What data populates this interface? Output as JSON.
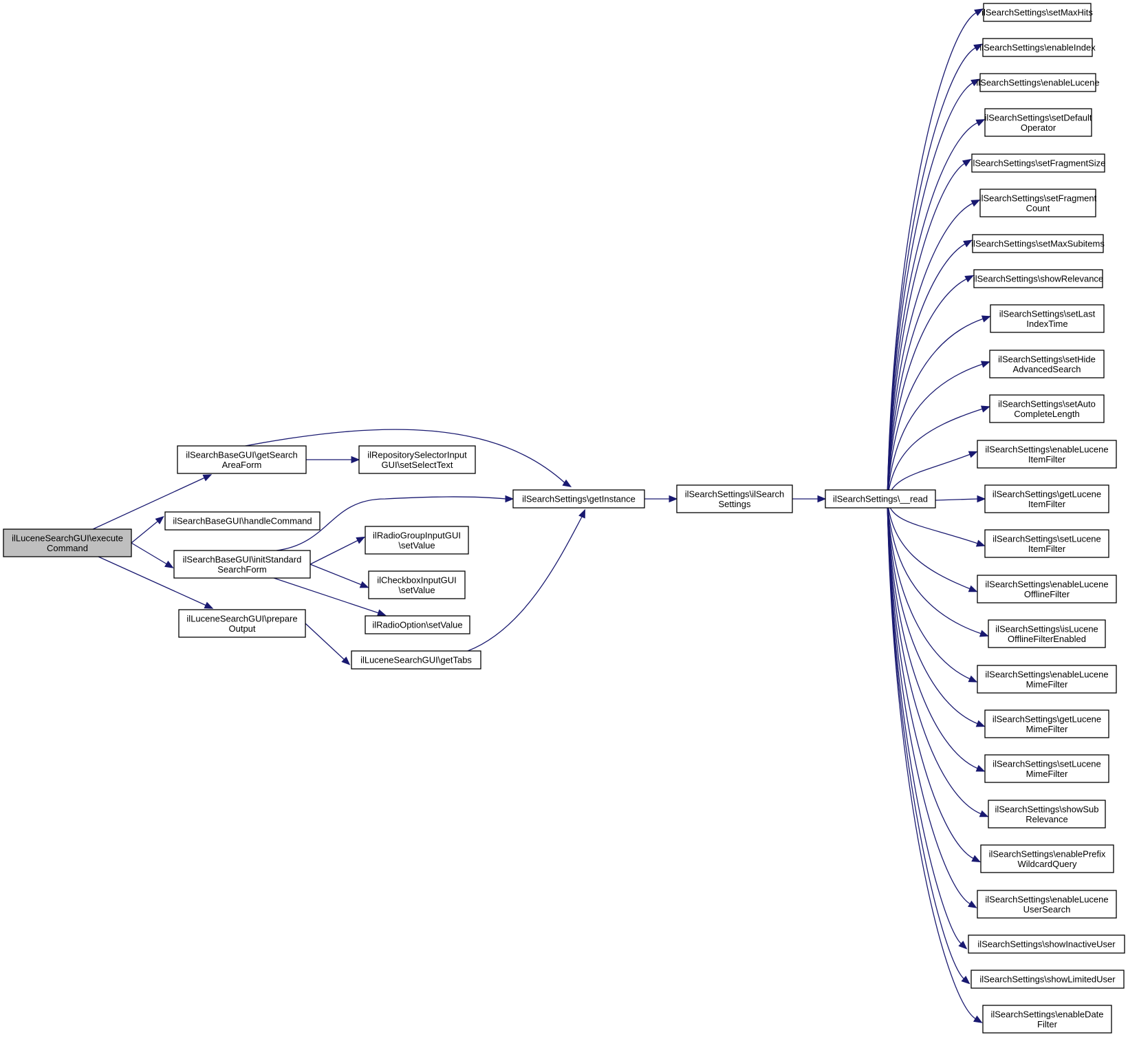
{
  "nodes": [
    {
      "id": "execute",
      "lines": [
        "ilLuceneSearchGUI\\execute",
        "Command"
      ],
      "highlighted": true
    },
    {
      "id": "getSearchAreaForm",
      "lines": [
        "ilSearchBaseGUI\\getSearch",
        "AreaForm"
      ]
    },
    {
      "id": "handleCommand",
      "lines": [
        "ilSearchBaseGUI\\handleCommand"
      ]
    },
    {
      "id": "initStandardSearchForm",
      "lines": [
        "ilSearchBaseGUI\\initStandard",
        "SearchForm"
      ]
    },
    {
      "id": "prepareOutput",
      "lines": [
        "ilLuceneSearchGUI\\prepare",
        "Output"
      ]
    },
    {
      "id": "setSelectText",
      "lines": [
        "ilRepositorySelectorInput",
        "GUI\\setSelectText"
      ]
    },
    {
      "id": "radioGroupSetValue",
      "lines": [
        "ilRadioGroupInputGUI",
        "\\setValue"
      ]
    },
    {
      "id": "checkboxSetValue",
      "lines": [
        "ilCheckboxInputGUI",
        "\\setValue"
      ]
    },
    {
      "id": "radioOptionSetValue",
      "lines": [
        "ilRadioOption\\setValue"
      ]
    },
    {
      "id": "getTabs",
      "lines": [
        "ilLuceneSearchGUI\\getTabs"
      ]
    },
    {
      "id": "getInstance",
      "lines": [
        "ilSearchSettings\\getInstance"
      ]
    },
    {
      "id": "constructor",
      "lines": [
        "ilSearchSettings\\ilSearch",
        "Settings"
      ]
    },
    {
      "id": "read",
      "lines": [
        "ilSearchSettings\\__read"
      ]
    },
    {
      "id": "setMaxHits",
      "lines": [
        "ilSearchSettings\\setMaxHits"
      ]
    },
    {
      "id": "enableIndex",
      "lines": [
        "ilSearchSettings\\enableIndex"
      ]
    },
    {
      "id": "enableLucene",
      "lines": [
        "ilSearchSettings\\enableLucene"
      ]
    },
    {
      "id": "setDefaultOperator",
      "lines": [
        "ilSearchSettings\\setDefault",
        "Operator"
      ]
    },
    {
      "id": "setFragmentSize",
      "lines": [
        "ilSearchSettings\\setFragmentSize"
      ]
    },
    {
      "id": "setFragmentCount",
      "lines": [
        "ilSearchSettings\\setFragment",
        "Count"
      ]
    },
    {
      "id": "setMaxSubitems",
      "lines": [
        "ilSearchSettings\\setMaxSubitems"
      ]
    },
    {
      "id": "showRelevance",
      "lines": [
        "ilSearchSettings\\showRelevance"
      ]
    },
    {
      "id": "setLastIndexTime",
      "lines": [
        "ilSearchSettings\\setLast",
        "IndexTime"
      ]
    },
    {
      "id": "setHideAdvancedSearch",
      "lines": [
        "ilSearchSettings\\setHide",
        "AdvancedSearch"
      ]
    },
    {
      "id": "setAutoCompleteLength",
      "lines": [
        "ilSearchSettings\\setAuto",
        "CompleteLength"
      ]
    },
    {
      "id": "enableLuceneItemFilter",
      "lines": [
        "ilSearchSettings\\enableLucene",
        "ItemFilter"
      ]
    },
    {
      "id": "getLuceneItemFilter",
      "lines": [
        "ilSearchSettings\\getLucene",
        "ItemFilter"
      ]
    },
    {
      "id": "setLuceneItemFilter",
      "lines": [
        "ilSearchSettings\\setLucene",
        "ItemFilter"
      ]
    },
    {
      "id": "enableLuceneOfflineFilter",
      "lines": [
        "ilSearchSettings\\enableLucene",
        "OfflineFilter"
      ]
    },
    {
      "id": "isLuceneOfflineFilterEnabled",
      "lines": [
        "ilSearchSettings\\isLucene",
        "OfflineFilterEnabled"
      ]
    },
    {
      "id": "enableLuceneMimeFilter",
      "lines": [
        "ilSearchSettings\\enableLucene",
        "MimeFilter"
      ]
    },
    {
      "id": "getLuceneMimeFilter",
      "lines": [
        "ilSearchSettings\\getLucene",
        "MimeFilter"
      ]
    },
    {
      "id": "setLuceneMimeFilter",
      "lines": [
        "ilSearchSettings\\setLucene",
        "MimeFilter"
      ]
    },
    {
      "id": "showSubRelevance",
      "lines": [
        "ilSearchSettings\\showSub",
        "Relevance"
      ]
    },
    {
      "id": "enablePrefixWildcardQuery",
      "lines": [
        "ilSearchSettings\\enablePrefix",
        "WildcardQuery"
      ]
    },
    {
      "id": "enableLuceneUserSearch",
      "lines": [
        "ilSearchSettings\\enableLucene",
        "UserSearch"
      ]
    },
    {
      "id": "showInactiveUser",
      "lines": [
        "ilSearchSettings\\showInactiveUser"
      ]
    },
    {
      "id": "showLimitedUser",
      "lines": [
        "ilSearchSettings\\showLimitedUser"
      ]
    },
    {
      "id": "enableDateFilter",
      "lines": [
        "ilSearchSettings\\enableDate",
        "Filter"
      ]
    }
  ],
  "edges": [
    {
      "from": "execute",
      "to": "getSearchAreaForm"
    },
    {
      "from": "execute",
      "to": "handleCommand"
    },
    {
      "from": "execute",
      "to": "initStandardSearchForm"
    },
    {
      "from": "execute",
      "to": "prepareOutput"
    },
    {
      "from": "getSearchAreaForm",
      "to": "setSelectText"
    },
    {
      "from": "getSearchAreaForm",
      "to": "getInstance"
    },
    {
      "from": "initStandardSearchForm",
      "to": "getInstance"
    },
    {
      "from": "initStandardSearchForm",
      "to": "radioGroupSetValue"
    },
    {
      "from": "initStandardSearchForm",
      "to": "checkboxSetValue"
    },
    {
      "from": "initStandardSearchForm",
      "to": "radioOptionSetValue"
    },
    {
      "from": "prepareOutput",
      "to": "getTabs"
    },
    {
      "from": "getTabs",
      "to": "getInstance"
    },
    {
      "from": "getInstance",
      "to": "constructor"
    },
    {
      "from": "constructor",
      "to": "read"
    },
    {
      "from": "read",
      "to": "setMaxHits"
    },
    {
      "from": "read",
      "to": "enableIndex"
    },
    {
      "from": "read",
      "to": "enableLucene"
    },
    {
      "from": "read",
      "to": "setDefaultOperator"
    },
    {
      "from": "read",
      "to": "setFragmentSize"
    },
    {
      "from": "read",
      "to": "setFragmentCount"
    },
    {
      "from": "read",
      "to": "setMaxSubitems"
    },
    {
      "from": "read",
      "to": "showRelevance"
    },
    {
      "from": "read",
      "to": "setLastIndexTime"
    },
    {
      "from": "read",
      "to": "setHideAdvancedSearch"
    },
    {
      "from": "read",
      "to": "setAutoCompleteLength"
    },
    {
      "from": "read",
      "to": "enableLuceneItemFilter"
    },
    {
      "from": "read",
      "to": "getLuceneItemFilter"
    },
    {
      "from": "read",
      "to": "setLuceneItemFilter"
    },
    {
      "from": "read",
      "to": "enableLuceneOfflineFilter"
    },
    {
      "from": "read",
      "to": "isLuceneOfflineFilterEnabled"
    },
    {
      "from": "read",
      "to": "enableLuceneMimeFilter"
    },
    {
      "from": "read",
      "to": "getLuceneMimeFilter"
    },
    {
      "from": "read",
      "to": "setLuceneMimeFilter"
    },
    {
      "from": "read",
      "to": "showSubRelevance"
    },
    {
      "from": "read",
      "to": "enablePrefixWildcardQuery"
    },
    {
      "from": "read",
      "to": "enableLuceneUserSearch"
    },
    {
      "from": "read",
      "to": "showInactiveUser"
    },
    {
      "from": "read",
      "to": "showLimitedUser"
    },
    {
      "from": "read",
      "to": "enableDateFilter"
    }
  ],
  "colors": {
    "edge": "#191970",
    "node_border": "#000000",
    "node_fill": "#ffffff",
    "highlight_fill": "#bfbfbf"
  }
}
